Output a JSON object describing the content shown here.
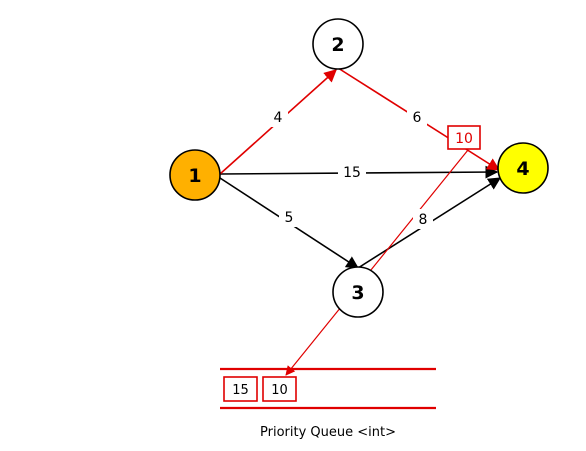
{
  "colors": {
    "black": "#000000",
    "red": "#e00000",
    "orange": "#ffb000",
    "yellow": "#ffff00",
    "white": "#ffffff"
  },
  "nodes": [
    {
      "id": "1",
      "label": "1",
      "fill": "#ffb000"
    },
    {
      "id": "2",
      "label": "2",
      "fill": "#ffffff"
    },
    {
      "id": "3",
      "label": "3",
      "fill": "#ffffff"
    },
    {
      "id": "4",
      "label": "4",
      "fill": "#ffff00"
    }
  ],
  "edges": [
    {
      "from": "1",
      "to": "2",
      "weight": "4",
      "color": "#e00000"
    },
    {
      "from": "2",
      "to": "4",
      "weight": "6",
      "color": "#e00000"
    },
    {
      "from": "1",
      "to": "4",
      "weight": "15",
      "color": "#000000"
    },
    {
      "from": "1",
      "to": "3",
      "weight": "5",
      "color": "#000000"
    },
    {
      "from": "3",
      "to": "4",
      "weight": "8",
      "color": "#000000"
    }
  ],
  "path_cost_box": "10",
  "priority_queue": {
    "items": [
      "15",
      "10"
    ],
    "caption": "Priority Queue <int>"
  }
}
